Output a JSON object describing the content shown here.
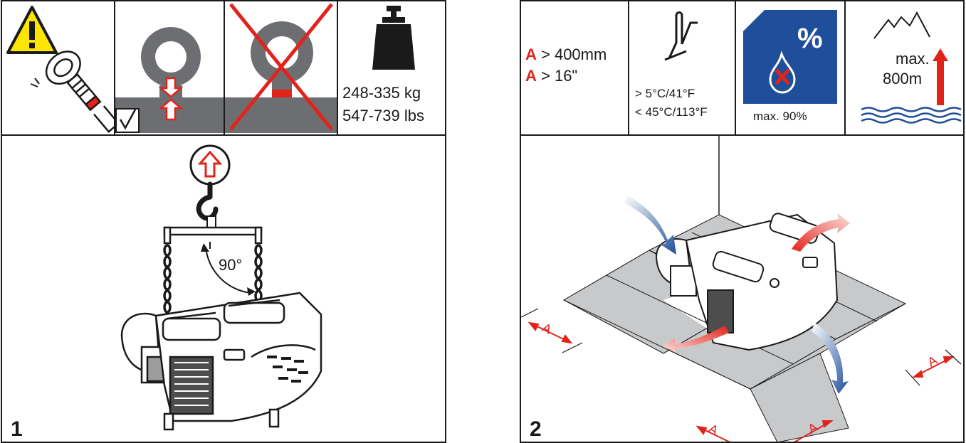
{
  "panel1": {
    "weight_kg": "248-335 kg",
    "weight_lbs": "547-739 lbs",
    "angle": "90°",
    "step": "1"
  },
  "panel2": {
    "clearance_letter": "A",
    "clearance_mm": " > 400mm",
    "clearance_in": " > 16\"",
    "temp_min": "> 5°C/41°F",
    "temp_max": "< 45°C/113°F",
    "humidity_symbol": "%",
    "humidity_max": "max. 90%",
    "altitude_max": "max.",
    "altitude_value": "800m",
    "step": "2",
    "dimension_letter": "A"
  },
  "colors": {
    "warning_yellow": "#ffe600",
    "red": "#e2231a",
    "blue": "#1f4e9a",
    "grey_floor": "#c8c9cb",
    "dark_grey": "#6d6e71"
  }
}
